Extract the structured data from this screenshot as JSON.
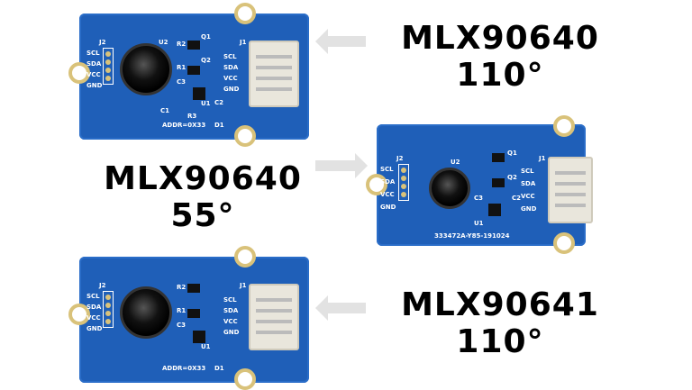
{
  "labels": [
    {
      "model": "MLX90640",
      "fov": "110°"
    },
    {
      "model": "MLX90640",
      "fov": "55°"
    },
    {
      "model": "MLX90641",
      "fov": "110°"
    }
  ],
  "board": {
    "j2": "J2",
    "j1": "J1",
    "pins": [
      "SCL",
      "SDA",
      "VCC",
      "GND"
    ],
    "u2": "U2",
    "u1": "U1",
    "q1": "Q1",
    "q2": "Q2",
    "r1": "R1",
    "r2": "R2",
    "r3": "R3",
    "c1": "C1",
    "c2": "C2",
    "c3": "C3",
    "d1": "D1",
    "addr": "ADDR=0X33",
    "serial": "333472A-Y85-191024"
  },
  "colors": {
    "pcb": "#1f5fb8",
    "arrow": "#e2e2e2"
  }
}
